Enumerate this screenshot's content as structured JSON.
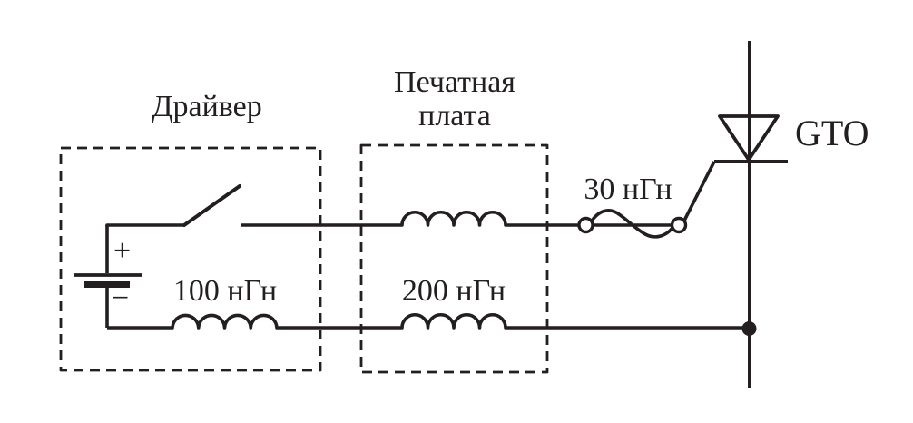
{
  "diagram": {
    "type": "circuit-schematic",
    "background_color": "#ffffff",
    "line_color": "#231f20",
    "labels": {
      "driver_box_title": "Драйвер",
      "pcb_box_title_line1": "Печатная",
      "pcb_box_title_line2": "плата",
      "driver_inductor_value": "100 нГн",
      "pcb_inductor_value": "200 нГн",
      "lead_inductor_value": "30 нГн",
      "device_name": "GTO",
      "battery_plus": "+",
      "battery_minus": "−"
    },
    "components": [
      "battery",
      "switch-open",
      "inductor-100nH",
      "inductor-top-pcb",
      "inductor-200nH",
      "connector-terminals",
      "flexible-lead-30nH",
      "gto-thyristor",
      "junction-dot"
    ]
  }
}
